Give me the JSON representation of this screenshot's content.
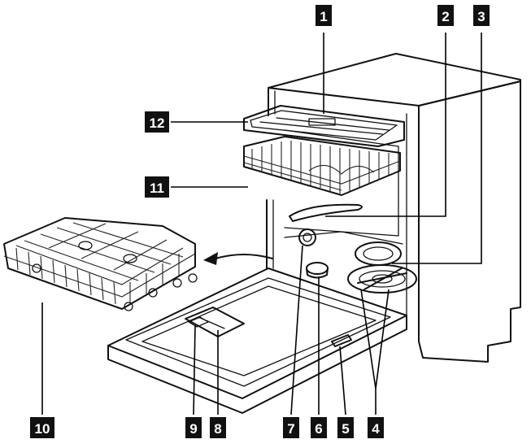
{
  "callouts": [
    {
      "id": "c1",
      "label": "1"
    },
    {
      "id": "c2",
      "label": "2"
    },
    {
      "id": "c3",
      "label": "3"
    },
    {
      "id": "c4",
      "label": "4"
    },
    {
      "id": "c5",
      "label": "5"
    },
    {
      "id": "c6",
      "label": "6"
    },
    {
      "id": "c7",
      "label": "7"
    },
    {
      "id": "c8",
      "label": "8"
    },
    {
      "id": "c9",
      "label": "9"
    },
    {
      "id": "c10",
      "label": "10"
    },
    {
      "id": "c11",
      "label": "11"
    },
    {
      "id": "c12",
      "label": "12"
    }
  ],
  "colors": {
    "ink": "#111111",
    "tag_background": "#111111",
    "tag_text": "#ffffff",
    "paper": "#ffffff"
  }
}
